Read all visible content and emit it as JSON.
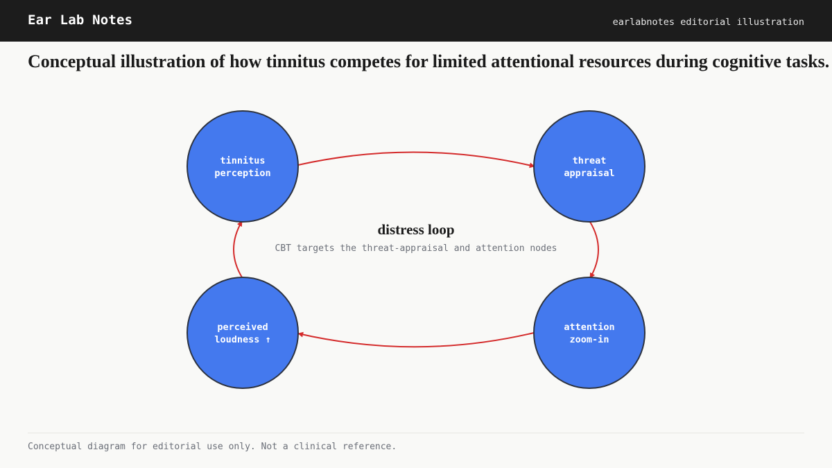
{
  "header": {
    "brand": "Ear Lab Notes",
    "tagline": "earlabnotes editorial illustration"
  },
  "title": "Conceptual illustration of how tinnitus competes for limited attentional resources during cognitive tasks.",
  "diagram": {
    "center_title": "distress loop",
    "center_subtitle": "CBT targets the threat-appraisal and attention nodes",
    "nodes": [
      {
        "id": "tinnitus-perception",
        "lines": [
          "tinnitus",
          "perception"
        ]
      },
      {
        "id": "threat-appraisal",
        "lines": [
          "threat",
          "appraisal"
        ]
      },
      {
        "id": "attention-zoom-in",
        "lines": [
          "attention",
          "zoom-in"
        ]
      },
      {
        "id": "perceived-loudness",
        "lines": [
          "perceived",
          "loudness ↑"
        ]
      }
    ],
    "edges": [
      {
        "from": "tinnitus-perception",
        "to": "threat-appraisal"
      },
      {
        "from": "threat-appraisal",
        "to": "attention-zoom-in"
      },
      {
        "from": "attention-zoom-in",
        "to": "perceived-loudness"
      },
      {
        "from": "perceived-loudness",
        "to": "tinnitus-perception"
      }
    ],
    "colors": {
      "node_fill": "#4479ee",
      "node_stroke": "#2d3340",
      "arrow": "#d42b2b"
    }
  },
  "footer": {
    "note": "Conceptual diagram for editorial use only. Not a clinical reference."
  }
}
